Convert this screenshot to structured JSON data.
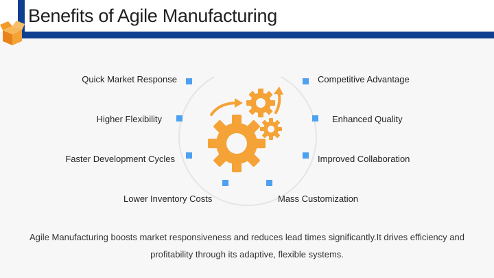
{
  "title": "Benefits of Agile Manufacturing",
  "colors": {
    "accent": "#0e3f91",
    "gear": "#f5a236",
    "marker": "#4ea0f0"
  },
  "icons": {
    "header": "open-box-icon",
    "center": "gears-icon"
  },
  "benefits_left": [
    "Quick Market Response",
    "Higher Flexibility",
    "Faster Development Cycles",
    "Lower Inventory Costs"
  ],
  "benefits_right": [
    "Competitive Advantage",
    "Enhanced Quality",
    "Improved Collaboration",
    "Mass Customization"
  ],
  "summary": "Agile Manufacturing boosts market responsiveness and reduces lead times significantly.It drives efficiency and profitability through its adaptive, flexible systems."
}
